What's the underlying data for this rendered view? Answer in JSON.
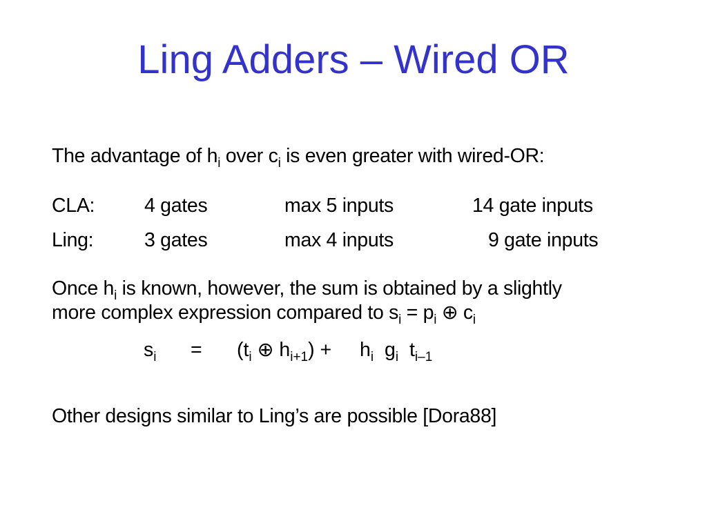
{
  "title": "Ling Adders – Wired OR",
  "intro": {
    "p1": "The advantage of h",
    "s1": "i",
    "p2": " over c",
    "s2": "i",
    "p3": " is even greater with wired-OR:"
  },
  "table": [
    {
      "label": "CLA:",
      "gates": "4 gates",
      "max_inputs": "max 5 inputs",
      "gate_inputs": "14 gate inputs"
    },
    {
      "label": "Ling:",
      "gates": "3 gates",
      "max_inputs": "max 4 inputs",
      "gate_inputs": "9 gate inputs"
    }
  ],
  "para": {
    "l1a": "Once h",
    "l1s": "i",
    "l1b": " is known, however, the sum is obtained by a slightly",
    "l2a": "more complex expression compared to s",
    "l2s1": "i",
    "l2b": " = p",
    "l2s2": "i",
    "l2c": " ⊕ c",
    "l2s3": "i"
  },
  "equation": {
    "lhs": "s",
    "lhs_sub": "i",
    "eq": "=",
    "open": "(t",
    "t_sub": "i",
    "xor": " ⊕ h",
    "h_sub": "i+1",
    "close_plus": ") +",
    "h2": "h",
    "h2_sub": "i",
    "g": "g",
    "g_sub": "i",
    "t2": "t",
    "t2_sub": "i–1"
  },
  "footer": "Other designs similar to Ling’s are possible [Dora88]",
  "colors": {
    "title": "#3333cc",
    "text": "#000000",
    "background": "#ffffff"
  }
}
